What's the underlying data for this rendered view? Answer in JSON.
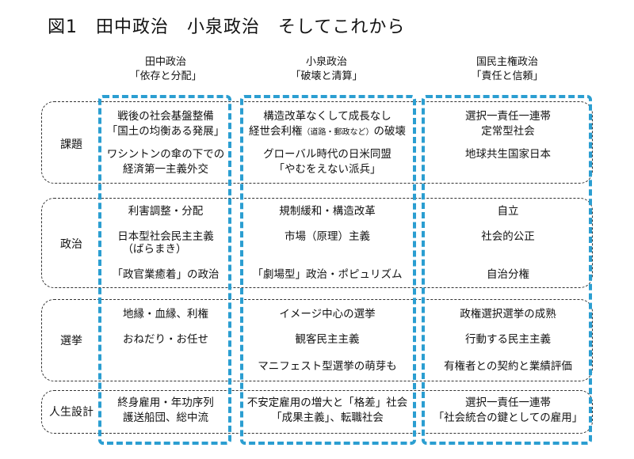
{
  "title": "図1　田中政治　小泉政治　そしてこれから",
  "columns": [
    {
      "name": "田中政治",
      "sub": "「依存と分配」"
    },
    {
      "name": "小泉政治",
      "sub": "「破壊と清算」"
    },
    {
      "name": "国民主権政治",
      "sub": "「責任と信頼」"
    }
  ],
  "rows": [
    {
      "label": "課題"
    },
    {
      "label": "政治"
    },
    {
      "label": "選挙"
    },
    {
      "label": "人生設計"
    }
  ],
  "cells": {
    "kadai": {
      "c1": [
        "戦後の社会基盤整備",
        "「国土の均衡ある発展」",
        "ワシントンの傘の下での",
        "経済第一主義外交"
      ],
      "c2_1": "構造改革なくして成長なし",
      "c2_2a": "経世会利権",
      "c2_2b": "（道路・郵政など）",
      "c2_2c": "の破壊",
      "c2_3": "グローバル時代の日米同盟",
      "c2_4": "「やむをえない派兵」",
      "c3": [
        "選択一責任一連帯",
        "定常型社会",
        "地球共生国家日本"
      ]
    },
    "seiji": {
      "c1": [
        "利害調整・分配",
        "日本型社会民主主義",
        "（ばらまき）",
        "「政官業癒着」の政治"
      ],
      "c2": [
        "規制緩和・構造改革",
        "市場（原理）主義",
        "「劇場型」政治・ポピュリズム"
      ],
      "c3": [
        "自立",
        "社会的公正",
        "自治分権"
      ]
    },
    "senkyo": {
      "c1": [
        "地縁・血縁、利権",
        "おねだり・お任せ"
      ],
      "c2": [
        "イメージ中心の選挙",
        "観客民主主義",
        "マニフェスト型選挙の萌芽も"
      ],
      "c3": [
        "政権選択選挙の成熟",
        "行動する民主主義",
        "有権者との契約と業績評価"
      ]
    },
    "jinsei": {
      "c1": [
        "終身雇用・年功序列",
        "護送船団、総中流"
      ],
      "c2": [
        "不安定雇用の増大と「格差」社会",
        "「成果主義」、転職社会"
      ],
      "c3": [
        "選択一責任一連帯",
        "「社会統合の鍵としての雇用」"
      ]
    }
  },
  "colors": {
    "accent": "#2b9ed1",
    "row_border": "#333333"
  }
}
